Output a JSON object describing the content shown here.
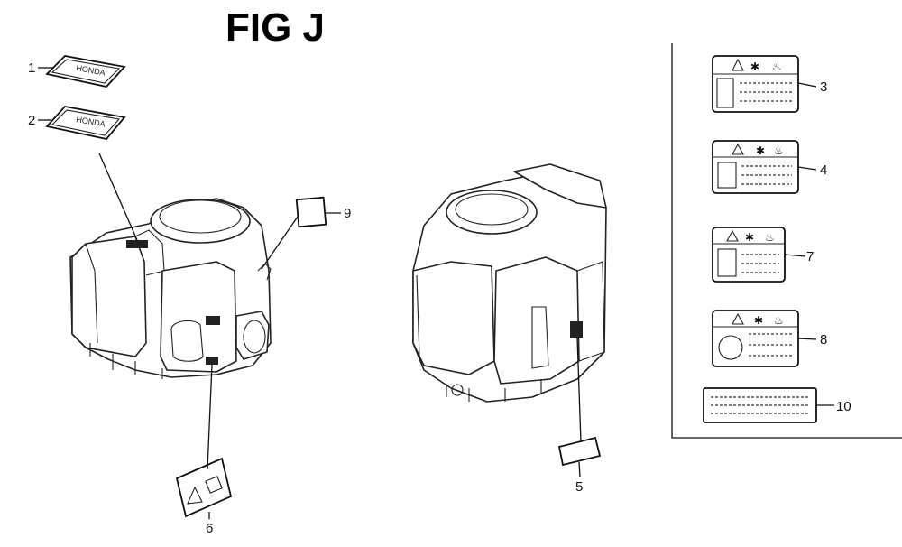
{
  "figure": {
    "title": "FIG J"
  },
  "callouts": {
    "c1": "1",
    "c2": "2",
    "c3": "3",
    "c4": "4",
    "c5": "5",
    "c6": "6",
    "c7": "7",
    "c8": "8",
    "c9": "9",
    "c10": "10"
  },
  "decals": {
    "brand_text": "HONDA"
  },
  "icons": [
    "warning-triangle-icon",
    "hot-surface-icon",
    "fire-icon",
    "manual-book-icon"
  ]
}
